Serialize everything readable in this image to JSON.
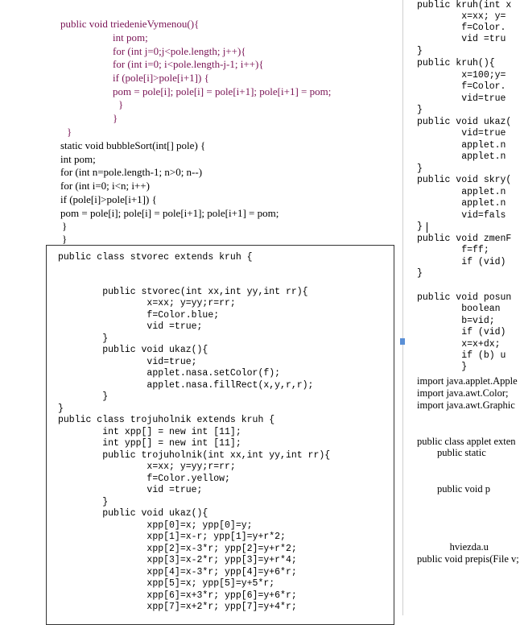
{
  "left_doc": {
    "lines": [
      "public void triedenieVymenou(){",
      "int pom;",
      "for (int j=0;j<pole.length; j++){",
      "for (int i=0; i<pole.length-j-1; i++){",
      "if (pole[i]>pole[i+1]) {",
      "pom = pole[i]; pole[i] = pole[i+1]; pole[i+1] = pom;",
      "}",
      "}",
      "}",
      "static void bubbleSort(int[] pole) {",
      "int pom;",
      "for (int n=pole.length-1; n>0; n--)",
      "for (int i=0; i<n; i++)",
      "if (pole[i]>pole[i+1]) {",
      "pom = pole[i]; pole[i] = pole[i+1]; pole[i+1] = pom;",
      "}",
      "}"
    ]
  },
  "frame_code": {
    "lines": [
      "public class stvorec extends kruh {",
      "",
      "",
      "        public stvorec(int xx,int yy,int rr){",
      "                x=xx; y=yy;r=rr;",
      "                f=Color.blue;",
      "                vid =true;",
      "        }",
      "        public void ukaz(){",
      "                vid=true;",
      "                applet.nasa.setColor(f);",
      "                applet.nasa.fillRect(x,y,r,r);",
      "        }",
      "}",
      "public class trojuholnik extends kruh {",
      "        int xpp[] = new int [11];",
      "        int ypp[] = new int [11];",
      "        public trojuholnik(int xx,int yy,int rr){",
      "                x=xx; y=yy;r=rr;",
      "                f=Color.yellow;",
      "                vid =true;",
      "        }",
      "        public void ukaz(){",
      "                xpp[0]=x; ypp[0]=y;",
      "                xpp[1]=x-r; ypp[1]=y+r*2;",
      "                xpp[2]=x-3*r; ypp[2]=y+r*2;",
      "                xpp[3]=x-2*r; ypp[3]=y+r*4;",
      "                xpp[4]=x-3*r; ypp[4]=y+6*r;",
      "                xpp[5]=x; ypp[5]=y+5*r;",
      "                xpp[6]=x+3*r; ypp[6]=y+6*r;",
      "                xpp[7]=x+2*r; ypp[7]=y+4*r;"
    ]
  },
  "right_doc": {
    "mono_lines": [
      "public kruh(int x",
      "        x=xx; y=",
      "        f=Color.",
      "        vid =tru",
      "}",
      "public kruh(){",
      "        x=100;y=",
      "        f=Color.",
      "        vid=true",
      "}",
      "public void ukaz(",
      "        vid=true",
      "        applet.n",
      "        applet.n",
      "}",
      "public void skry(",
      "        applet.n",
      "        applet.n",
      "        vid=fals",
      "}",
      "public void zmenF",
      "        f=ff;",
      "        if (vid)",
      "}",
      "",
      "public void posun",
      "        boolean ",
      "        b=vid;",
      "        if (vid)",
      "        x=x+dx; ",
      "        if (b) u",
      "        }"
    ],
    "serif_lines": [
      "import java.applet.Apple",
      "import java.awt.Color;",
      "import java.awt.Graphic",
      "",
      "",
      "public class applet exten",
      "        public static",
      "",
      "",
      "        public void p",
      "",
      "",
      "",
      "             hviezda.u",
      "public void prepis(File v;"
    ]
  }
}
